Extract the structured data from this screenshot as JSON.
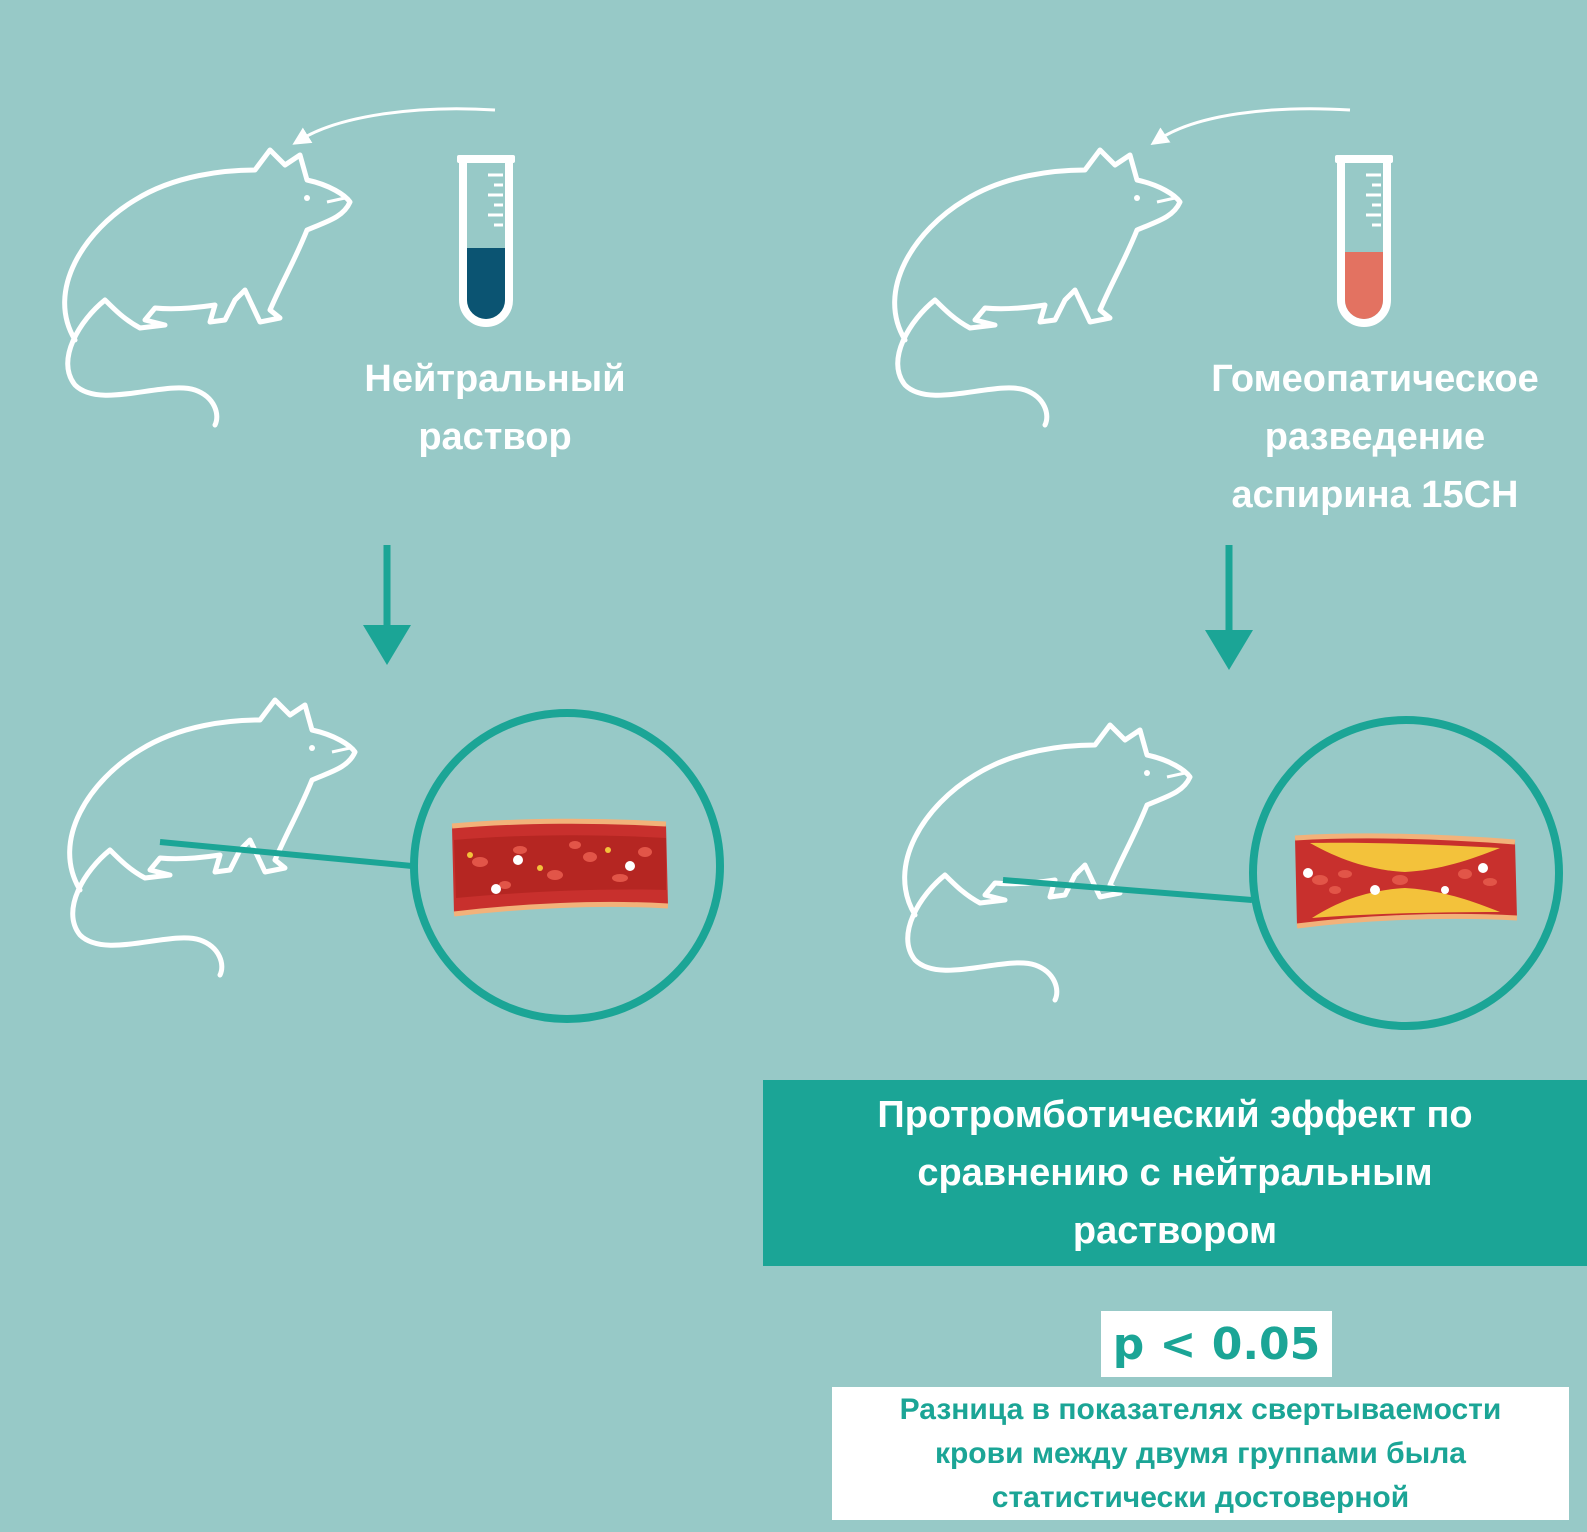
{
  "labels": {
    "neutral_solution": "Нейтральный\nраствор",
    "homeopathic_dilution": "Гомеопатическое\nразведение\nаспирина 15CH"
  },
  "result": {
    "text": "Протромботический эффект по\nсравнению с нейтральным\nраствором"
  },
  "statistics": {
    "p_value": "p < 0.05",
    "note": "Разница в показателях свертываемости\nкрови между двумя группами была\nстатистически достоверной"
  },
  "colors": {
    "background": "#97c9c7",
    "accent": "#1ba596",
    "neutral_tube": "#0b5472",
    "aspirin_tube": "#e37261",
    "vessel_wall": "#c8302d",
    "plaque": "#f3c23b"
  }
}
